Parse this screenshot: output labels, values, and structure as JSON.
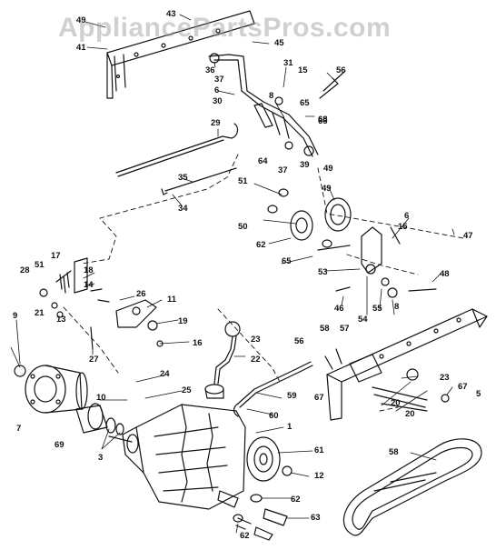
{
  "watermark": "AppliancePartsPros.com",
  "colors": {
    "ink": "#111111",
    "background": "#ffffff",
    "watermark": "#969696"
  },
  "callouts": [
    "43",
    "49",
    "41",
    "45",
    "36",
    "37",
    "31",
    "15",
    "56",
    "6",
    "30",
    "8",
    "65",
    "66",
    "68",
    "29",
    "64",
    "37",
    "39",
    "35",
    "34",
    "51",
    "49",
    "50",
    "49",
    "62",
    "6",
    "15",
    "47",
    "65",
    "53",
    "48",
    "17",
    "51",
    "28",
    "18",
    "14",
    "26",
    "11",
    "46",
    "54",
    "55",
    "21",
    "13",
    "9",
    "19",
    "16",
    "27",
    "23",
    "22",
    "58",
    "57",
    "8",
    "56",
    "24",
    "25",
    "10",
    "59",
    "67",
    "60",
    "23",
    "67",
    "5",
    "20",
    "20",
    "7",
    "1",
    "69",
    "3",
    "61",
    "58",
    "12",
    "62",
    "63",
    "62"
  ]
}
